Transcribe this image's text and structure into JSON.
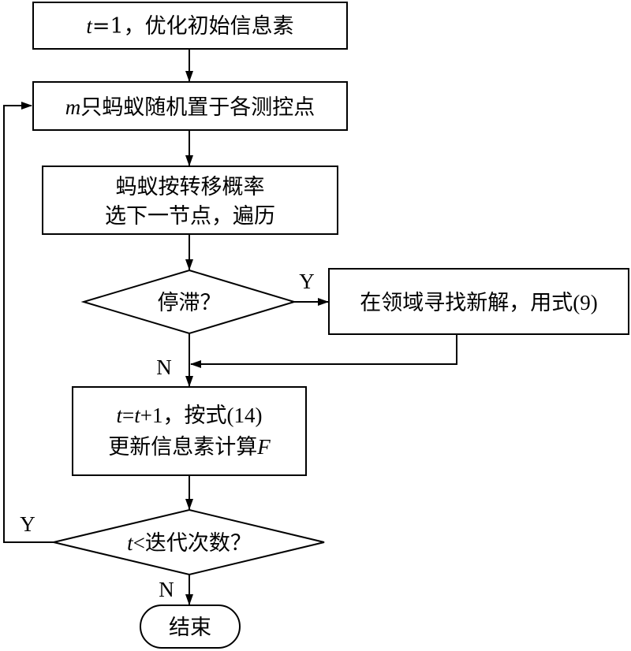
{
  "nodes": {
    "init": {
      "var": "t",
      "rest": "=1，优化初始信息素"
    },
    "place": {
      "var": "m",
      "rest": "只蚂蚁随机置于各测控点"
    },
    "traverse": {
      "line1": "蚂蚁按转移概率",
      "line2": "选下一节点，遍历"
    },
    "stagnation": {
      "text": "停滞？"
    },
    "neighborhood": {
      "cn": "在领域寻找新解，用式",
      "num": "(9)"
    },
    "update": {
      "t1": "t",
      "eq": "=",
      "t2": "t",
      "plus1": "+1",
      "cn1": "，按式",
      "num": "(14)",
      "line2cn": "更新信息素计算",
      "F": "F"
    },
    "iter_check": {
      "var": "t",
      "lt": "<",
      "cn": "迭代次数？"
    },
    "end": {
      "text": "结束"
    }
  },
  "edge_labels": {
    "stag_yes": "Y",
    "stag_no": "N",
    "iter_yes": "Y",
    "iter_no": "N"
  }
}
